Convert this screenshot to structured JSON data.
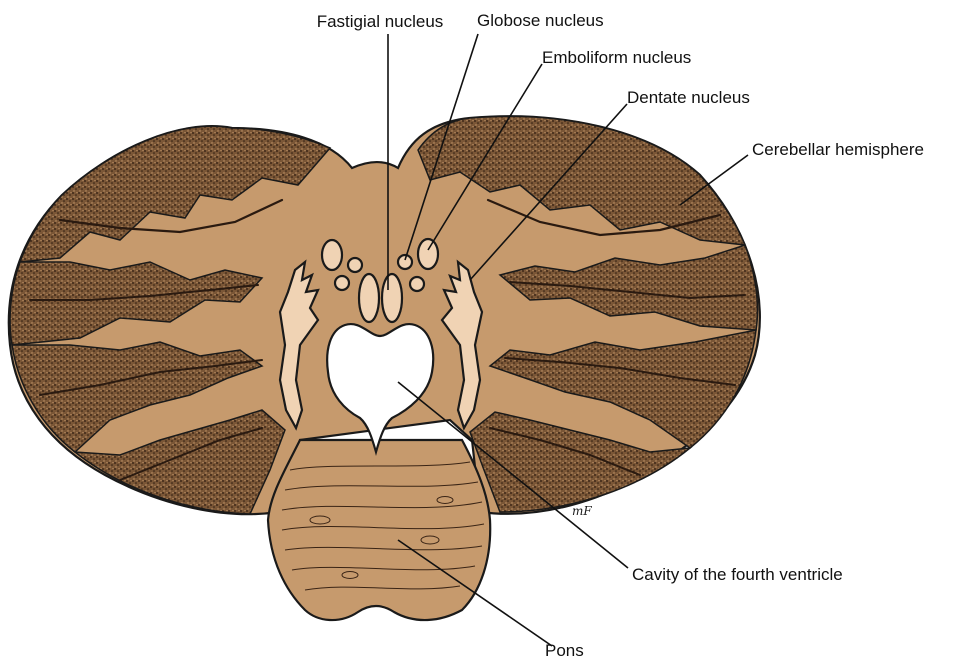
{
  "labels": {
    "fastigial": "Fastigial nucleus",
    "globose": "Globose nucleus",
    "emboliform": "Emboliform nucleus",
    "dentate": "Dentate nucleus",
    "hemisphere": "Cerebellar hemisphere",
    "ventricle": "Cavity of the fourth ventricle",
    "pons": "Pons"
  },
  "signature": "mF",
  "colors": {
    "white_matter": "#c69a6d",
    "nucleus": "#f0d3b4",
    "stipple_dark": "#3a2415",
    "outline": "#1a1a1a",
    "cavity": "#ffffff"
  }
}
